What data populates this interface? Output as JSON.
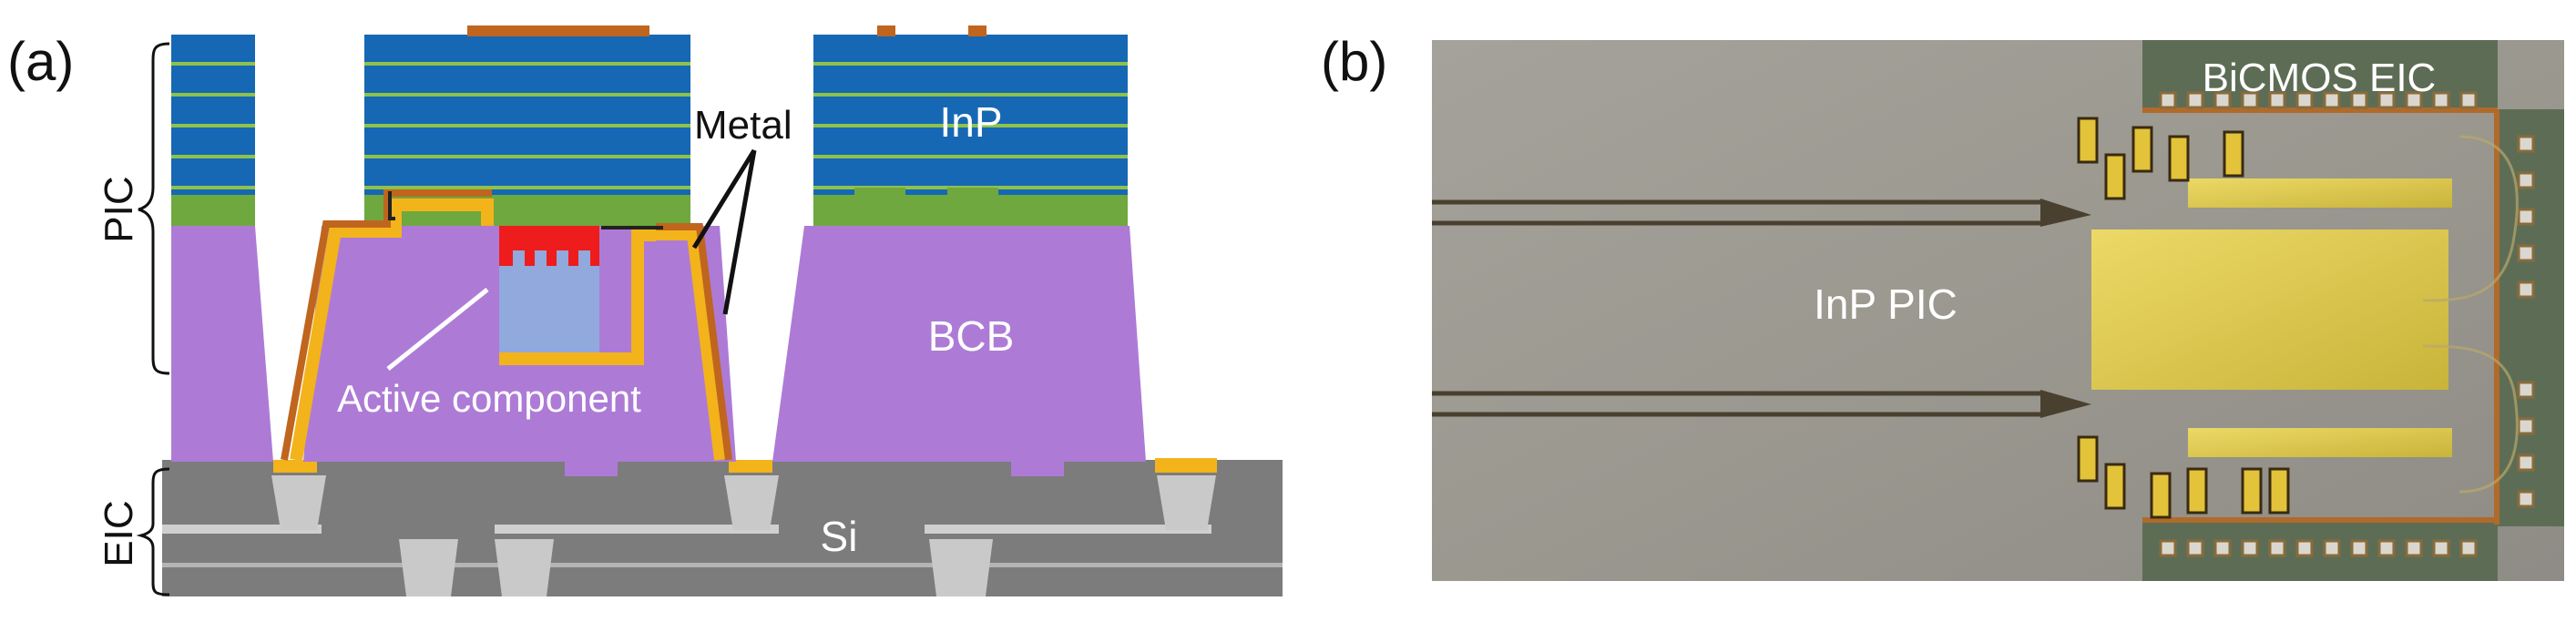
{
  "panel_a": {
    "panel_label": "(a)",
    "brace_labels": {
      "pic": "PIC",
      "eic": "EIC"
    },
    "region_labels": {
      "inp": "InP",
      "bcb": "BCB",
      "si": "Si"
    },
    "callouts": {
      "metal": "Metal",
      "active_component": "Active component"
    }
  },
  "panel_b": {
    "panel_label": "(b)",
    "labels": {
      "bicmos_eic": "BiCMOS EIC",
      "inp_pic": "InP PIC"
    }
  },
  "colors": {
    "inp_blue": "#1668b4",
    "inp_stripe": "#8fc24a",
    "green_layer": "#6ea83f",
    "bcb_purple": "#ad7bd6",
    "metal_orange": "#c0651e",
    "gold": "#f3b31b",
    "active_red": "#ee1c1c",
    "active_lightblue": "#91a9dc",
    "si_gray": "#7c7c7c",
    "via_gray": "#c9c9c9",
    "chip_bg": "#9a9890",
    "pad_yellow": "#ddcd4e"
  }
}
